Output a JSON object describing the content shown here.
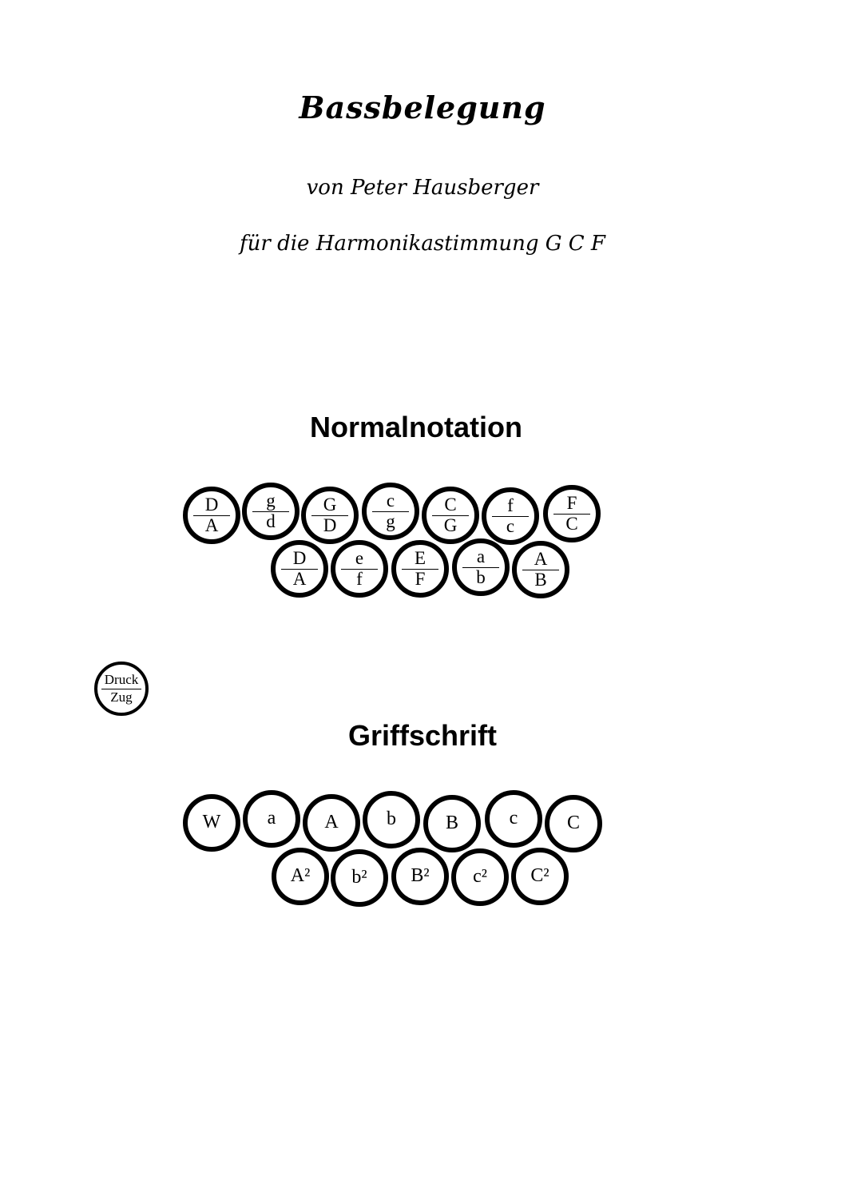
{
  "header": {
    "title": "Bassbelegung",
    "author_line": "von Peter Hausberger",
    "tuning_line": "für die Harmonikastimmung  G C F"
  },
  "normal": {
    "heading": "Normalnotation",
    "row1": [
      {
        "top": "D",
        "bottom": "A"
      },
      {
        "top": "g",
        "bottom": "d"
      },
      {
        "top": "G",
        "bottom": "D"
      },
      {
        "top": "c",
        "bottom": "g"
      },
      {
        "top": "C",
        "bottom": "G"
      },
      {
        "top": "f",
        "bottom": "c"
      },
      {
        "top": "F",
        "bottom": "C"
      }
    ],
    "row2": [
      {
        "top": "D",
        "bottom": "A"
      },
      {
        "top": "e",
        "bottom": "f"
      },
      {
        "top": "E",
        "bottom": "F"
      },
      {
        "top": "a",
        "bottom": "b"
      },
      {
        "top": "A",
        "bottom": "B"
      }
    ]
  },
  "legend": {
    "top": "Druck",
    "bottom": "Zug"
  },
  "griff": {
    "heading": "Griffschrift",
    "row1": [
      "W",
      "a",
      "A",
      "b",
      "B",
      "c",
      "C"
    ],
    "row2": [
      "A²",
      "b²",
      "B²",
      "c²",
      "C²"
    ]
  }
}
